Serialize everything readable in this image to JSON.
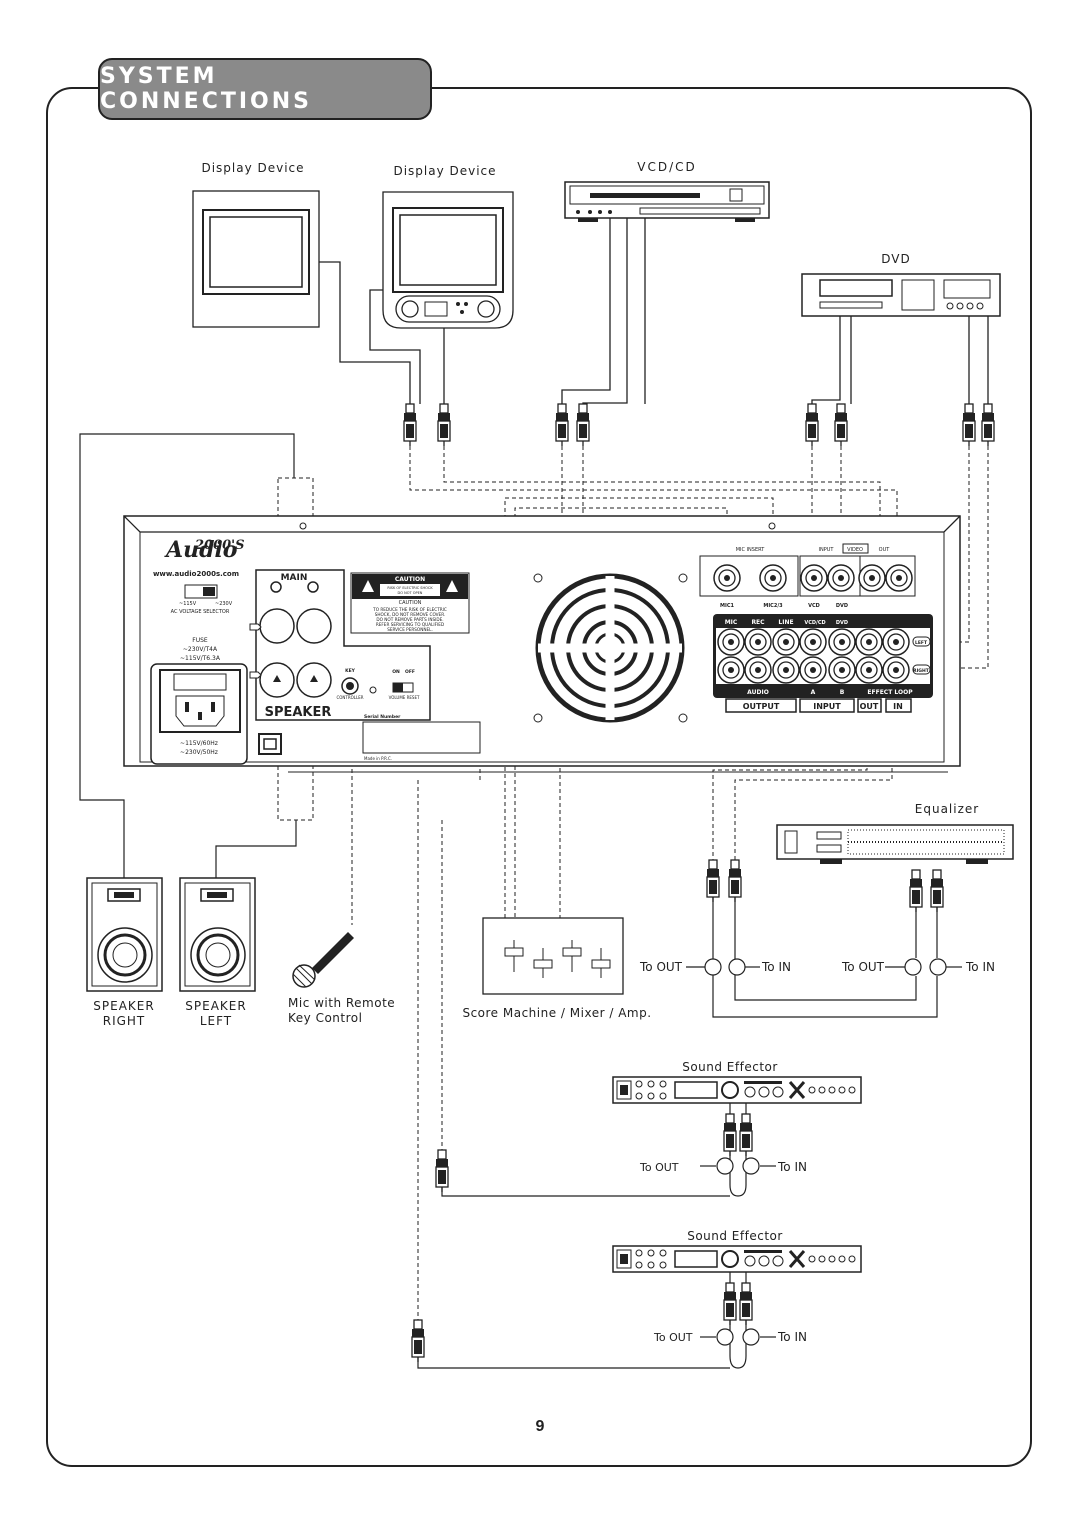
{
  "title": "SYSTEM CONNECTIONS",
  "page_number": "9",
  "devices": {
    "display1": "Display Device",
    "display2": "Display Device",
    "vcd": "VCD/CD",
    "dvd": "DVD",
    "equalizer": "Equalizer",
    "score": "Score Machine / Mixer / Amp.",
    "effector1": "Sound Effector",
    "effector2": "Sound Effector",
    "speaker_right_1": "SPEAKER",
    "speaker_right_2": "RIGHT",
    "speaker_left_1": "SPEAKER",
    "speaker_left_2": "LEFT",
    "mic_1": "Mic with Remote",
    "mic_2": "Key Control"
  },
  "conn_labels": {
    "eq_to_out_1": "To OUT",
    "eq_to_in_1": "To IN",
    "eq_to_out_2": "To OUT",
    "eq_to_in_2": "To IN",
    "fx1_to_out": "To OUT",
    "fx1_to_in": "To IN",
    "fx2_to_out": "To OUT",
    "fx2_to_in": "To IN"
  },
  "amp": {
    "brand": "2000'S",
    "brand_script": "Audio",
    "url": "www.audio2000s.com",
    "volt_115": "~115V",
    "volt_230": "~230V",
    "ac_selector": "AC VOLTAGE SELECTOR",
    "fuse": "FUSE",
    "fuse_230": "~230V/T4A",
    "fuse_115": "~115V/T6.3A",
    "power_115": "~115V/60Hz",
    "power_230": "~230V/50Hz",
    "main": "MAIN",
    "speaker": "SPEAKER",
    "caution_head": "CAUTION",
    "caution_sub1": "RISK OF ELECTRIC SHOCK",
    "caution_sub2": "DO NOT OPEN",
    "caution_2": "CAUTION",
    "caution_l1": "TO REDUCE THE RISK OF ELECTRIC",
    "caution_l2": "SHOCK, DO NOT REMOVE COVER.",
    "caution_l3": "DO NOT REMOVE PARTS INSIDE.",
    "caution_l4": "REFER SERVICING TO QUALIFIED",
    "caution_l5": "SERVICE PERSONNEL.",
    "key": "KEY",
    "on": "ON",
    "off": "OFF",
    "controller": "CONTROLLER",
    "volume_reset": "VOLUME RESET",
    "serial": "Serial Number",
    "made_in": "Made in P.R.C.",
    "mic_insert": "MIC INSERT",
    "input": "INPUT",
    "video": "VIDEO",
    "out": "OUT",
    "mic1": "MIC1",
    "mic23": "MIC2/3",
    "vcd": "VCD",
    "dvd": "DVD",
    "bar_mic": "MIC",
    "bar_rec": "REC",
    "bar_line": "LINE",
    "bar_vcdcd": "VCD/CD",
    "bar_dvd": "DVD",
    "left": "LEFT",
    "right": "RIGHT",
    "audio": "AUDIO",
    "a": "A",
    "b": "B",
    "effect_loop": "EFFECT LOOP",
    "output": "OUTPUT",
    "input_box": "INPUT",
    "out_box": "OUT",
    "in_box": "IN"
  }
}
